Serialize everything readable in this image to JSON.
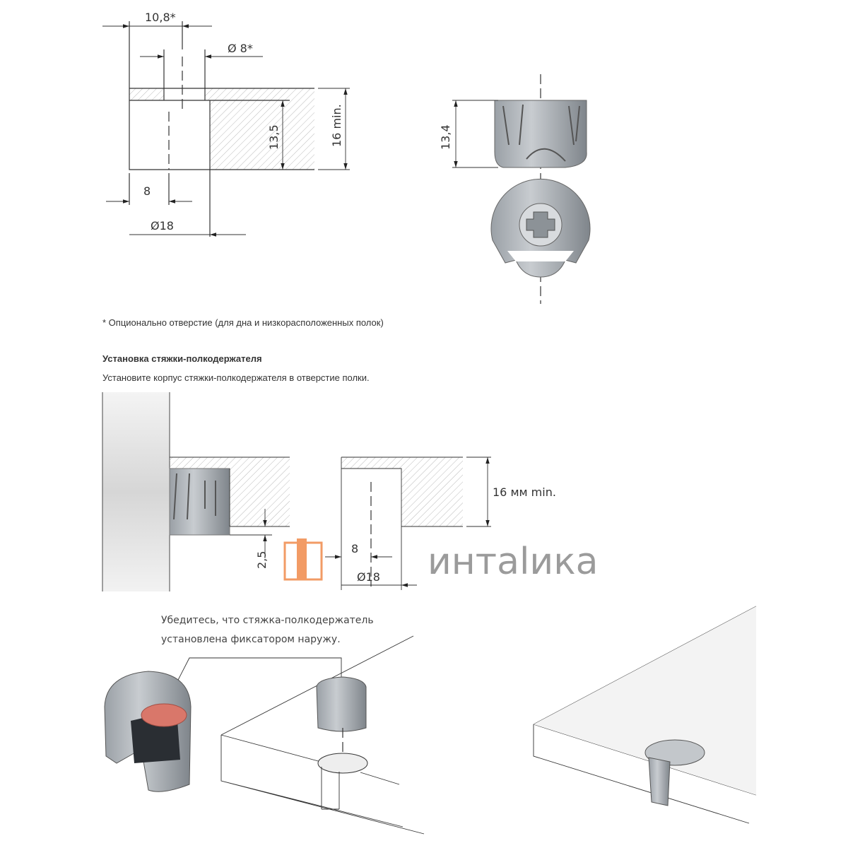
{
  "drilling_diagram": {
    "dim_offset": "10,8*",
    "dim_small_hole": "Ø 8*",
    "dim_depth": "13,5",
    "dim_thickness": "16 min.",
    "dim_center": "8",
    "dim_hole": "Ø18"
  },
  "part_view": {
    "dim_height": "13,4"
  },
  "footnote": "* Опционально отверстие (для дна и низкорасположенных полок)",
  "installation": {
    "heading": "Установка стяжки-полкодержателя",
    "instruction": "Установите корпус стяжки-полкодержателя в отверстие полки.",
    "dim_offset": "2,5",
    "dim_center": "8",
    "dim_hole": "Ø18",
    "dim_thickness": "16 мм min."
  },
  "watermark": {
    "logo_text": "интаlика",
    "accent_color": "#f08a4b"
  },
  "callout": {
    "line1": "Убедитесь, что стяжка-полкодержатель",
    "line2": "установлена фиксатором наружу."
  }
}
